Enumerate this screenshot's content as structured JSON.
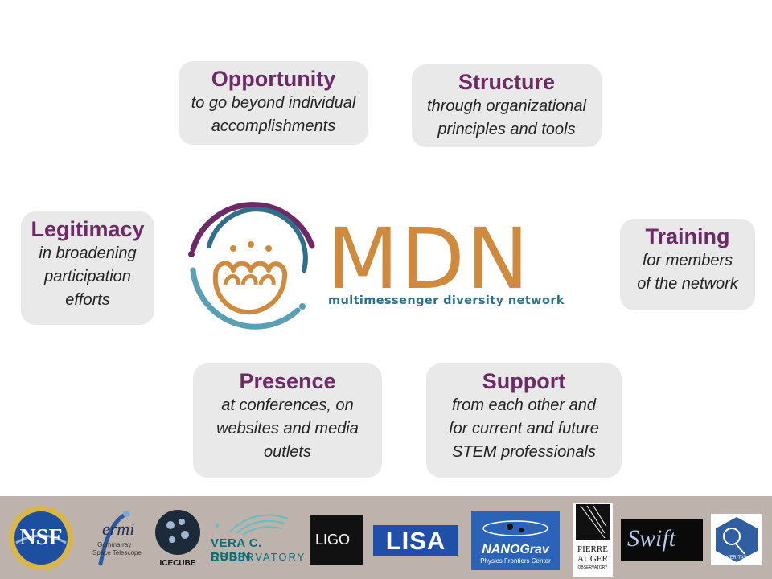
{
  "cards": {
    "opportunity": {
      "title": "Opportunity",
      "text": "to go beyond individual\naccomplishments"
    },
    "structure": {
      "title": "Structure",
      "text": "through organizational\nprinciples and tools"
    },
    "legitimacy": {
      "title": "Legitimacy",
      "text": "in broadening\nparticipation\nefforts"
    },
    "training": {
      "title": "Training",
      "text": "for members\nof the network"
    },
    "presence": {
      "title": "Presence",
      "text": "at conferences, on\nwebsites and media\noutlets"
    },
    "support": {
      "title": "Support",
      "text": "from each other and\nfor current and future\nSTEM professionals"
    }
  },
  "logo": {
    "name": "MDN",
    "tagline": "multimessenger diversity network",
    "colors": {
      "purple": "#6e2a67",
      "teal": "#2f6f87",
      "light_teal": "#5aa0b3",
      "orange": "#d08a3e"
    }
  },
  "partners": {
    "nsf": "NSF",
    "fermi": "ermi",
    "fermi_sub": "Gamma-ray",
    "fermi_sub2": "Space Telescope",
    "icecube": "ICECUBE",
    "rubin_line1": "VERA C. RUBIN",
    "rubin_line2": "OBSERVATORY",
    "ligo": "LIGO",
    "lisa": "LISA",
    "nanograv": "NANOGrav",
    "nanograv_sub": "Physics Frontiers Center",
    "auger_line1": "PIERRE",
    "auger_line2": "AUGER",
    "auger_sub": "OBSERVATORY",
    "swift": "Swift",
    "veritas": "VERITAS"
  }
}
